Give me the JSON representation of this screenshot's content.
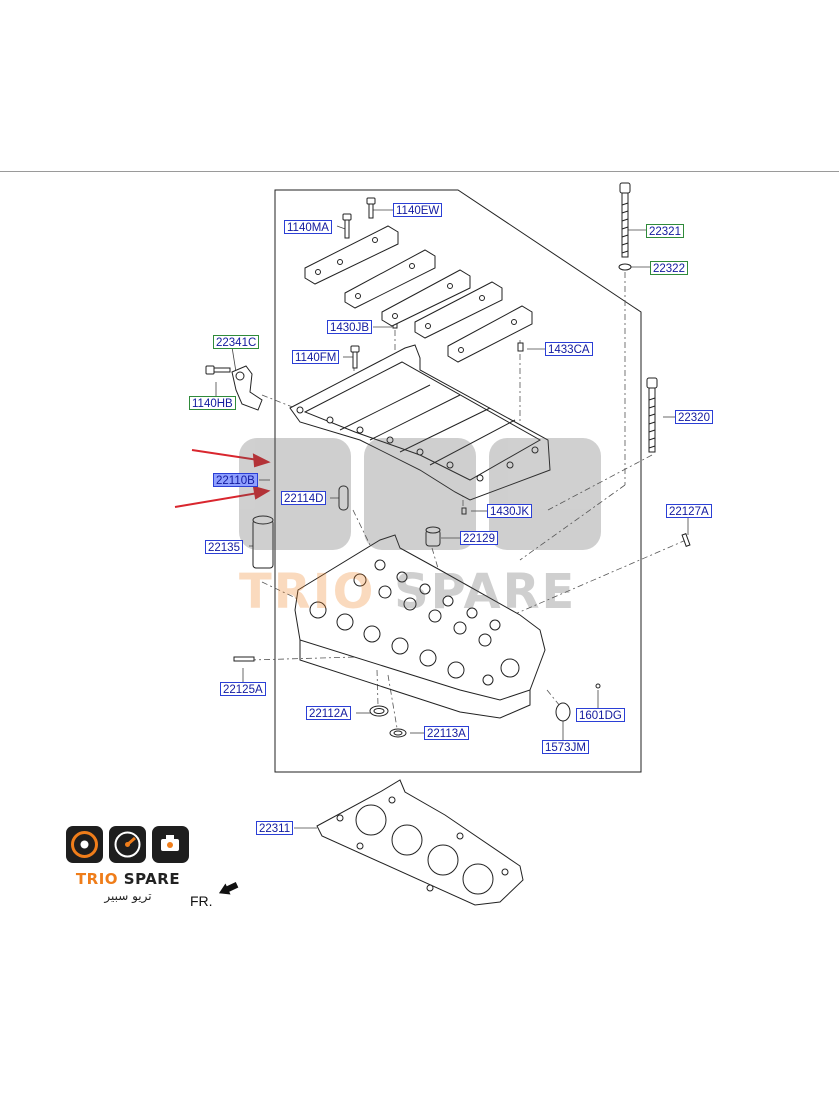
{
  "diagram": {
    "labels": [
      {
        "id": "1140EW",
        "text": "1140EW",
        "style": "blue"
      },
      {
        "id": "1140MA",
        "text": "1140MA",
        "style": "blue"
      },
      {
        "id": "22321",
        "text": "22321",
        "style": "green"
      },
      {
        "id": "22322",
        "text": "22322",
        "style": "green"
      },
      {
        "id": "1430JB",
        "text": "1430JB",
        "style": "blue"
      },
      {
        "id": "22341C",
        "text": "22341C",
        "style": "green"
      },
      {
        "id": "1433CA",
        "text": "1433CA",
        "style": "blue"
      },
      {
        "id": "1140FM",
        "text": "1140FM",
        "style": "blue"
      },
      {
        "id": "1140HB",
        "text": "1140HB",
        "style": "green"
      },
      {
        "id": "22320",
        "text": "22320",
        "style": "blue"
      },
      {
        "id": "22110B",
        "text": "22110B",
        "style": "sel"
      },
      {
        "id": "22114D",
        "text": "22114D",
        "style": "blue"
      },
      {
        "id": "1430JK",
        "text": "1430JK",
        "style": "blue"
      },
      {
        "id": "22127A",
        "text": "22127A",
        "style": "blue"
      },
      {
        "id": "22129",
        "text": "22129",
        "style": "blue"
      },
      {
        "id": "22135",
        "text": "22135",
        "style": "blue"
      },
      {
        "id": "22125A",
        "text": "22125A",
        "style": "blue"
      },
      {
        "id": "22112A",
        "text": "22112A",
        "style": "blue"
      },
      {
        "id": "1601DG",
        "text": "1601DG",
        "style": "blue"
      },
      {
        "id": "22113A",
        "text": "22113A",
        "style": "blue"
      },
      {
        "id": "1573JM",
        "text": "1573JM",
        "style": "blue"
      },
      {
        "id": "22311",
        "text": "22311",
        "style": "blue"
      }
    ],
    "front_indicator": "FR.",
    "colors": {
      "label_border": "#2b3fd6",
      "label_text": "#121a9e",
      "callout_arrow": "#d9262e",
      "selected_fill": "#8fa0ff"
    }
  },
  "logo": {
    "brand_a": "TRIO",
    "brand_b": "SPARE",
    "arabic": "تريو سبير",
    "colors": {
      "accent": "#ef7d1a",
      "dark": "#1e1e1e"
    }
  },
  "watermark": {
    "brand_a": "TRIO",
    "brand_b": "SPARE"
  }
}
